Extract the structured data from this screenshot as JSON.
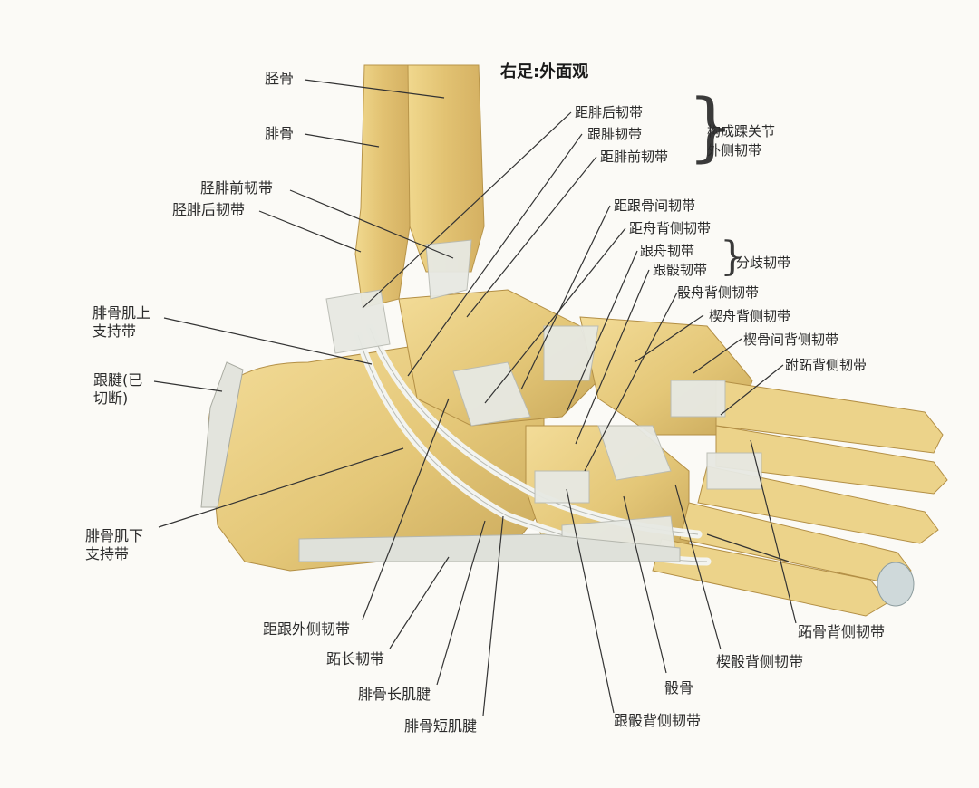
{
  "title": "右足:外面观",
  "labels": {
    "tibia": "胫骨",
    "fibula": "腓骨",
    "ant_tibiofibular": "胫腓前韧带",
    "post_tibiofibular": "胫腓后韧带",
    "sup_peroneal_retinaculum_1": "腓骨肌上",
    "sup_peroneal_retinaculum_2": "支持带",
    "calcaneal_tendon_1": "跟腱(已",
    "calcaneal_tendon_2": "切断)",
    "inf_peroneal_retinaculum_1": "腓骨肌下",
    "inf_peroneal_retinaculum_2": "支持带",
    "post_talofibular": "距腓后韧带",
    "calcaneofibular": "跟腓韧带",
    "ant_talofibular": "距腓前韧带",
    "ankle_lateral_group_1": "构成踝关节",
    "ankle_lateral_group_2": "外侧韧带",
    "interosseous_talocalcaneal": "距跟骨间韧带",
    "dorsal_talonavicular": "距舟背侧韧带",
    "calcaneonavicular": "跟舟韧带",
    "calcaneocuboid": "跟骰韧带",
    "bifurcate": "分歧韧带",
    "dorsal_cuboideonavicular": "骰舟背侧韧带",
    "dorsal_cuneonavicular": "楔舟背侧韧带",
    "dorsal_intercuneiform": "楔骨间背侧韧带",
    "dorsal_tarsometatarsal": "跗跖背侧韧带",
    "lateral_talocalcaneal": "距跟外侧韧带",
    "long_plantar": "跖长韧带",
    "peroneus_longus_tendon": "腓骨长肌腱",
    "peroneus_brevis_tendon": "腓骨短肌腱",
    "dorsal_calcaneocuboid": "跟骰背侧韧带",
    "cuboid": "骰骨",
    "dorsal_cuneocuboid": "楔骰背侧韧带",
    "dorsal_metatarsal": "跖骨背侧韧带"
  },
  "colors": {
    "bone": "#e9cf86",
    "bone_shadow": "#c9a85a",
    "ligament": "#e6e8e2",
    "tendon": "#f1f2ee",
    "leader": "#333333",
    "label_text": "#2b2b2b",
    "background": "#fbfaf6"
  }
}
